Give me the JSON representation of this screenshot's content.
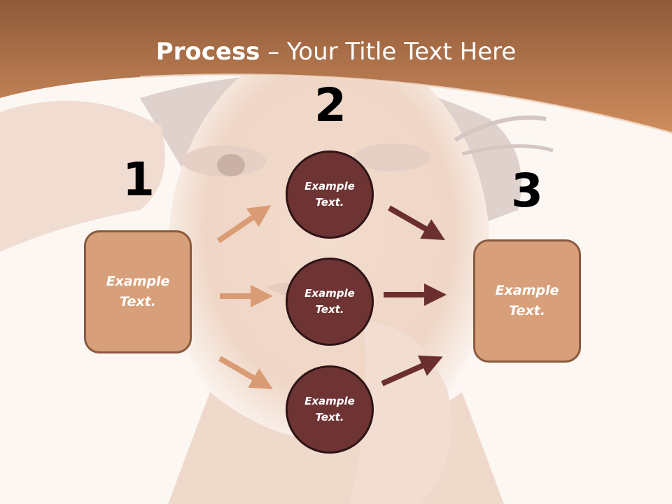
{
  "title": {
    "bold": "Process",
    "rest": " – Your Title Text Here"
  },
  "steps": {
    "one": {
      "number": "1",
      "text": "Example Text."
    },
    "two": {
      "number": "2"
    },
    "three": {
      "number": "3",
      "text": "Example Text."
    }
  },
  "circles": [
    {
      "text": "Example Text."
    },
    {
      "text": "Example Text."
    },
    {
      "text": "Example Text."
    }
  ],
  "colors": {
    "header": "#c98a5f",
    "box_fill": "#d8a07a",
    "box_border": "#8a5a3e",
    "circle_fill": "#6e3434",
    "arrow_light": "#d99c74",
    "arrow_dark": "#6b2f2f"
  }
}
